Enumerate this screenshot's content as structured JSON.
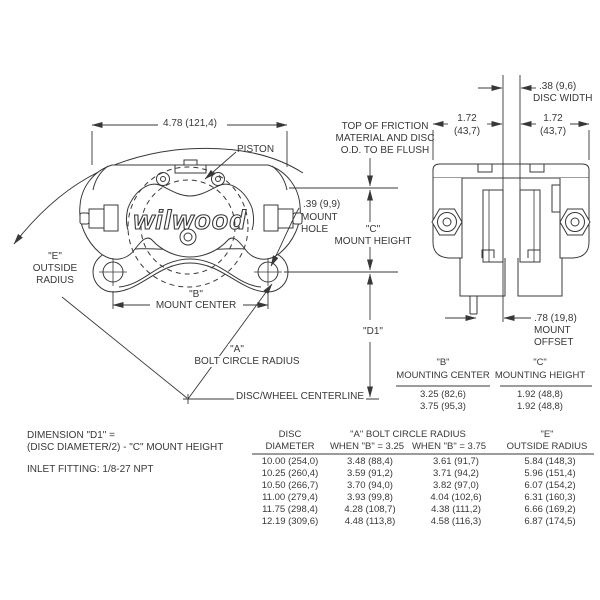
{
  "labels": {
    "logo": "wilwood",
    "width_dim": "4.78 (121,4)",
    "piston": "PISTON",
    "e_radius_1": "\"E\"",
    "e_radius_2": "OUTSIDE",
    "e_radius_3": "RADIUS",
    "mount_hole_1": ".39 (9,9)",
    "mount_hole_2": "MOUNT",
    "mount_hole_3": "HOLE",
    "flush_note_1": "TOP OF FRICTION",
    "flush_note_2": "MATERIAL AND DISC",
    "flush_note_3": "O.D. TO BE FLUSH",
    "c_height_1": "\"C\"",
    "c_height_2": "MOUNT HEIGHT",
    "b_center_1": "\"B\"",
    "b_center_2": "MOUNT CENTER",
    "a_radius_1": "\"A\"",
    "a_radius_2": "BOLT CIRCLE RADIUS",
    "d1": "\"D1\"",
    "centerline": "DISC/WHEEL CENTERLINE",
    "disc_width_1": ".38 (9,6)",
    "disc_width_2": "DISC WIDTH",
    "left_172_1": "1.72",
    "left_172_2": "(43,7)",
    "right_172_1": "1.72",
    "right_172_2": "(43,7)",
    "mount_offset_1": ".78 (19,8)",
    "mount_offset_2": "MOUNT",
    "mount_offset_3": "OFFSET"
  },
  "notes": {
    "d1_formula_1": "DIMENSION \"D1\" =",
    "d1_formula_2": "(DISC DIAMETER/2) - \"C\" MOUNT HEIGHT",
    "inlet": "INLET FITTING: 1/8-27 NPT"
  },
  "mount_table": {
    "b_header_1": "\"B\"",
    "b_header_2": "MOUNTING CENTER",
    "c_header_1": "\"C\"",
    "c_header_2": "MOUNTING HEIGHT",
    "rows": [
      [
        "3.25 (82,6)",
        "1.92 (48,8)"
      ],
      [
        "3.75 (95,3)",
        "1.92 (48,8)"
      ]
    ]
  },
  "size_table": {
    "col1_header_1": "DISC",
    "col1_header_2": "DIAMETER",
    "col23_header": "\"A\" BOLT CIRCLE RADIUS",
    "col2_header": "WHEN \"B\" = 3.25",
    "col3_header": "WHEN \"B\" = 3.75",
    "col4_header_1": "\"E\"",
    "col4_header_2": "OUTSIDE RADIUS",
    "rows": [
      [
        "10.00 (254,0)",
        "3.48 (88,4)",
        "3.61 (91,7)",
        "5.84 (148,3)"
      ],
      [
        "10.25 (260,4)",
        "3.59 (91,2)",
        "3.71 (94,2)",
        "5.96 (151,4)"
      ],
      [
        "10.50 (266,7)",
        "3.70 (94,0)",
        "3.82 (97,0)",
        "6.07 (154,2)"
      ],
      [
        "11.00 (279,4)",
        "3.93 (99,8)",
        "4.04 (102,6)",
        "6.31 (160,3)"
      ],
      [
        "11.75 (298,4)",
        "4.28 (108,7)",
        "4.38 (111,2)",
        "6.66 (169,2)"
      ],
      [
        "12.19 (309,6)",
        "4.48 (113,8)",
        "4.58 (116,3)",
        "6.87 (174,5)"
      ]
    ]
  },
  "colors": {
    "line": "#383838",
    "text": "#383838",
    "background": "#ffffff"
  }
}
